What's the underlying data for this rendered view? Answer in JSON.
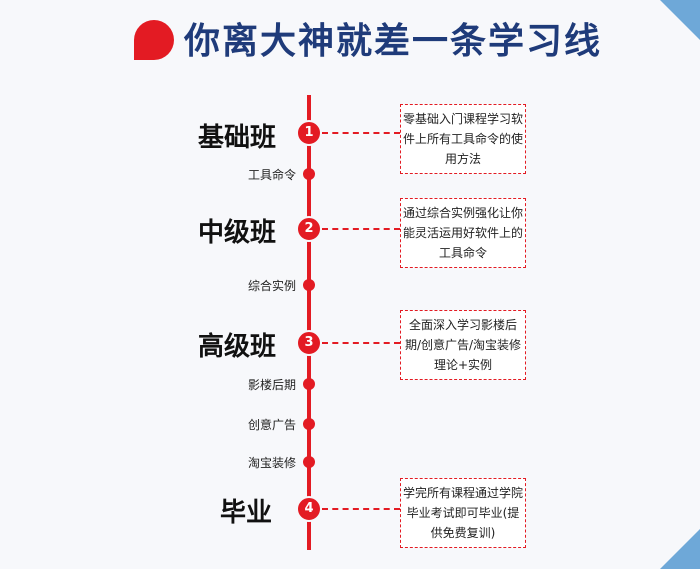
{
  "header": {
    "title": "你离大神就差一条学习线"
  },
  "stages": [
    {
      "label": "基础班",
      "number": "1",
      "description": "零基础入门课程学习软件上所有工具命令的使用方法",
      "subtopics": [
        "工具命令"
      ]
    },
    {
      "label": "中级班",
      "number": "2",
      "description": "通过综合实例强化让你能灵活运用好软件上的工具命令",
      "subtopics": [
        "综合实例"
      ]
    },
    {
      "label": "高级班",
      "number": "3",
      "description": "全面深入学习影楼后期/创意广告/淘宝装修 理论+实例",
      "subtopics": [
        "影楼后期",
        "创意广告",
        "淘宝装修"
      ]
    },
    {
      "label": "毕业",
      "number": "4",
      "description": "学完所有课程通过学院毕业考试即可毕业(提供免费复训)",
      "subtopics": []
    }
  ],
  "colors": {
    "accent": "#e31b23",
    "title": "#1f3b7a",
    "corner": "#6ea8d8"
  }
}
